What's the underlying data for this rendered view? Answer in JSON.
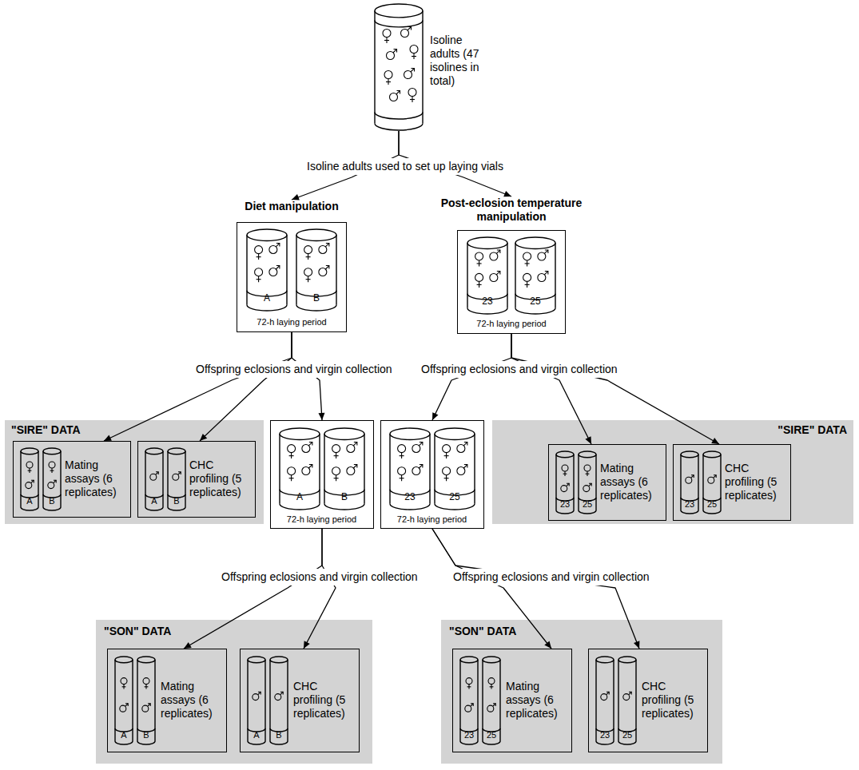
{
  "diagram": {
    "nodes": [
      {
        "text": [
          "Isoline adults (47 isolines in total)"
        ]
      },
      {
        "text": [
          "Diet manipulation",
          "72-h laying period"
        ]
      },
      {
        "text": [
          "A"
        ],
        "in": 1
      },
      {
        "text": [
          "B"
        ],
        "in": 1
      },
      {
        "text": [
          "Post-eclosion temperature manipulation",
          "72-h laying period"
        ]
      },
      {
        "text": [
          "23"
        ],
        "in": 4
      },
      {
        "text": [
          "25"
        ],
        "in": 4
      },
      {
        "text": [
          "\"SIRE\" DATA"
        ]
      },
      {
        "text": [
          "Mating assays (6 replicates)"
        ],
        "in": 7
      },
      {
        "text": [
          "A"
        ],
        "in": 8
      },
      {
        "text": [
          "B"
        ],
        "in": 8
      },
      {
        "text": [
          "CHC profiling (5 replicates)"
        ],
        "in": 7
      },
      {
        "text": [
          "A"
        ],
        "in": 11
      },
      {
        "text": [
          "B"
        ],
        "in": 11
      },
      {
        "text": [
          "72-h laying period"
        ]
      },
      {
        "text": [
          "A"
        ],
        "in": 14
      },
      {
        "text": [
          "B"
        ],
        "in": 14
      },
      {
        "text": [
          "72-h laying period"
        ]
      },
      {
        "text": [
          "23"
        ],
        "in": 17
      },
      {
        "text": [
          "25"
        ],
        "in": 17
      },
      {
        "text": [
          "\"SIRE\" DATA"
        ]
      },
      {
        "text": [
          "Mating assays (6 replicates)"
        ],
        "in": 20
      },
      {
        "text": [
          "23"
        ],
        "in": 21
      },
      {
        "text": [
          "25"
        ],
        "in": 21
      },
      {
        "text": [
          "CHC profiling (5 replicates)"
        ],
        "in": 20
      },
      {
        "text": [
          "23"
        ],
        "in": 24
      },
      {
        "text": [
          "25"
        ],
        "in": 24
      },
      {
        "text": [
          "\"SON\" DATA"
        ]
      },
      {
        "text": [
          "Mating assays (6 replicates)"
        ],
        "in": 27
      },
      {
        "text": [
          "A"
        ],
        "in": 28
      },
      {
        "text": [
          "B"
        ],
        "in": 28
      },
      {
        "text": [
          "CHC profiling (5 replicates)"
        ],
        "in": 27
      },
      {
        "text": [
          "A"
        ],
        "in": 31
      },
      {
        "text": [
          "B"
        ],
        "in": 31
      },
      {
        "text": [
          "\"SON\" DATA"
        ]
      },
      {
        "text": [
          "Mating assays (6 replicates)"
        ],
        "in": 34
      },
      {
        "text": [
          "23"
        ],
        "in": 35
      },
      {
        "text": [
          "25"
        ],
        "in": 35
      },
      {
        "text": [
          "CHC profiling (5 replicates)"
        ],
        "in": 34
      },
      {
        "text": [
          "23"
        ],
        "in": 38
      },
      {
        "text": [
          "25"
        ],
        "in": 38
      }
    ],
    "edges": [
      {
        "from": 0,
        "to": 1,
        "arrow": "to",
        "label": "Isoline adults used to set up laying vials"
      },
      {
        "from": 0,
        "to": 4,
        "arrow": "to"
      },
      {
        "from": 1,
        "to": 8,
        "arrow": "to"
      },
      {
        "from": 1,
        "to": 11,
        "arrow": "to"
      },
      {
        "from": 1,
        "to": 14,
        "arrow": "to",
        "label": "Offspring eclosions and virgin collection"
      },
      {
        "from": 4,
        "to": 17,
        "arrow": "to"
      },
      {
        "from": 4,
        "to": 21,
        "arrow": "to",
        "label": "Offspring eclosions and virgin collection"
      },
      {
        "from": 4,
        "to": 24,
        "arrow": "to"
      },
      {
        "from": 14,
        "to": 28,
        "arrow": "to"
      },
      {
        "from": 14,
        "to": 31,
        "arrow": "to",
        "label": "Offspring eclosions and virgin collection"
      },
      {
        "from": 17,
        "to": 35,
        "arrow": "to",
        "label": "Offspring eclosions and virgin collection"
      },
      {
        "from": 17,
        "to": 38,
        "arrow": "to"
      }
    ]
  }
}
